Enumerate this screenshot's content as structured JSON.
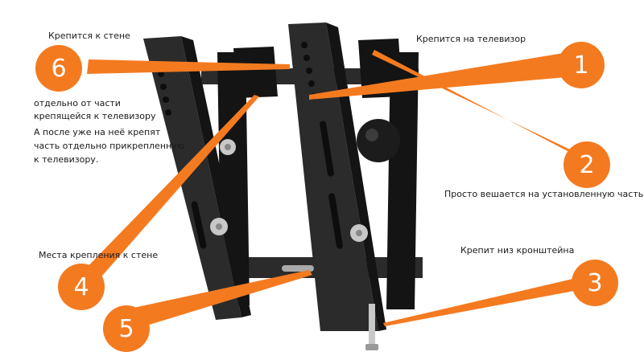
{
  "colors": {
    "accent": "#f47a20",
    "bracket": "#2b2b2b",
    "bracket_dark": "#141414",
    "metal": "#c8c8c8"
  },
  "labels": {
    "wall_mount": "Крепится к стене",
    "tv_mount": "Крепится на телевизор",
    "separate_line1": "отдельно от части",
    "separate_line2": "крепящейся к телевизору",
    "after_line1": "А после уже на неё крепят",
    "after_line2": "часть отдельно прикрепленную",
    "after_line3": "к телевизору.",
    "hangs": "Просто вешается на установленную часть",
    "wall_points": "Места крепления к стене",
    "bottom_lock": "Крепит низ кронштейна"
  },
  "badges": {
    "b1": "1",
    "b2": "2",
    "b3": "3",
    "b4": "4",
    "b5": "5",
    "b6": "6"
  }
}
